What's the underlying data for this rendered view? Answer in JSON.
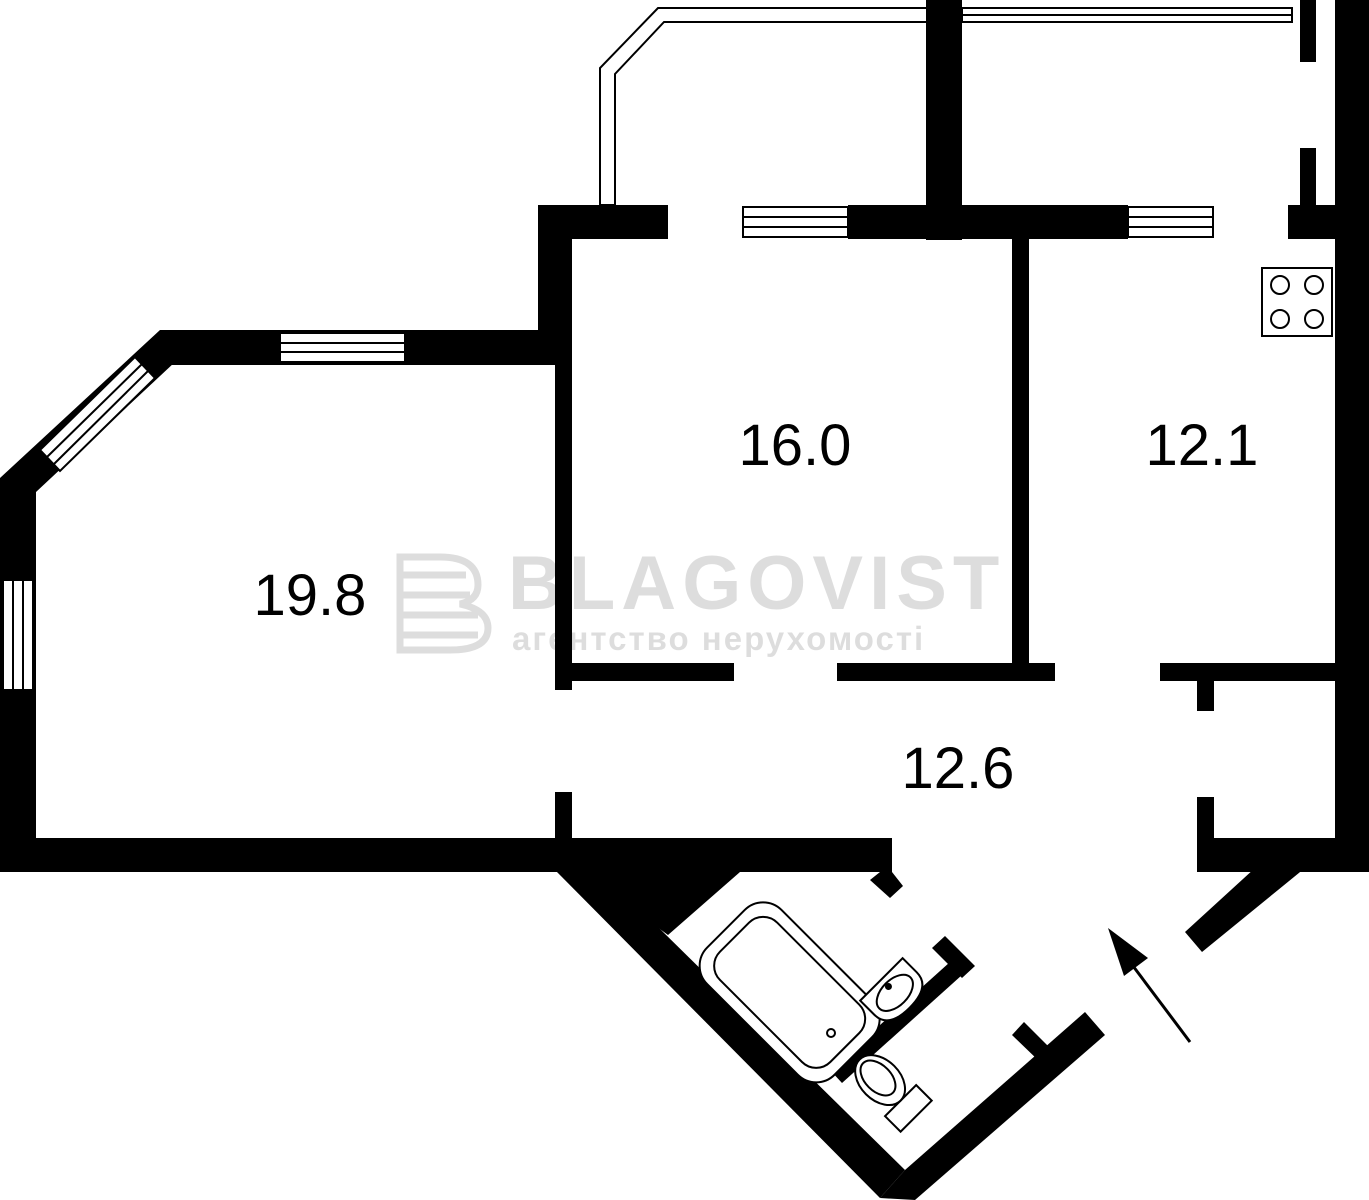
{
  "rooms": {
    "living_room_area": "19.8",
    "bedroom_area": "16.0",
    "kitchen_area": "12.1",
    "hallway_area": "12.6"
  },
  "watermark": {
    "brand": "BLAGOVIST",
    "tagline": "агентство нерухомості",
    "opacity": 0.13
  },
  "colors": {
    "wall": "#000000",
    "background": "#ffffff",
    "watermark": "#000000"
  },
  "icons": {
    "stove": "stove-icon",
    "bathtub": "bathtub-icon",
    "sink": "sink-icon",
    "toilet": "toilet-icon",
    "entrance": "entrance-arrow-icon"
  }
}
